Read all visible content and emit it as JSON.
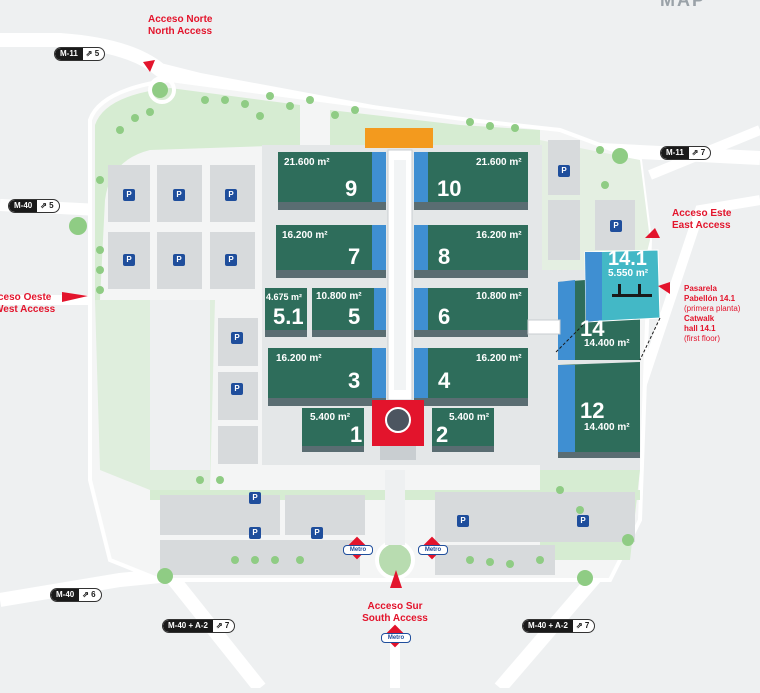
{
  "header": {
    "title_fragment": "MAP"
  },
  "halls": [
    {
      "id": "9",
      "area": "21.600",
      "unit": "m²"
    },
    {
      "id": "10",
      "area": "21.600",
      "unit": "m²"
    },
    {
      "id": "7",
      "area": "16.200",
      "unit": "m²"
    },
    {
      "id": "8",
      "area": "16.200",
      "unit": "m²"
    },
    {
      "id": "5.1",
      "area": "4.675",
      "unit": "m²"
    },
    {
      "id": "5",
      "area": "10.800",
      "unit": "m²"
    },
    {
      "id": "6",
      "area": "10.800",
      "unit": "m²"
    },
    {
      "id": "3",
      "area": "16.200",
      "unit": "m²"
    },
    {
      "id": "4",
      "area": "16.200",
      "unit": "m²"
    },
    {
      "id": "1",
      "area": "5.400",
      "unit": "m²"
    },
    {
      "id": "2",
      "area": "5.400",
      "unit": "m²"
    },
    {
      "id": "14.1",
      "area": "5.550",
      "unit": "m²"
    },
    {
      "id": "14",
      "area": "14.400",
      "unit": "m²"
    },
    {
      "id": "12",
      "area": "14.400",
      "unit": "m²"
    }
  ],
  "accesses": {
    "north": {
      "es": "Acceso Norte",
      "en": "North Access"
    },
    "east": {
      "es": "Acceso Este",
      "en": "East Access"
    },
    "west": {
      "es": "ceso Oeste",
      "en": "West Access"
    },
    "south": {
      "es": "Acceso Sur",
      "en": "South Access"
    }
  },
  "catwalk": {
    "line1": "Pasarela",
    "line2": "Pabellón 14.1",
    "line3": "(primera planta)",
    "line4": "Catwalk",
    "line5": "hall 14.1",
    "line6": "(first floor)"
  },
  "roads": [
    {
      "name": "M-11",
      "exit": "5"
    },
    {
      "name": "M-11",
      "exit": "7"
    },
    {
      "name": "M-40",
      "exit": "5"
    },
    {
      "name": "M-40",
      "exit": "6"
    },
    {
      "name": "M-40 + A-2",
      "exit": "7"
    },
    {
      "name": "M-40 + A-2",
      "exit": "7"
    }
  ],
  "parking_label": "P",
  "metro_label": "Metro",
  "colors": {
    "hall_green": "#2e6d5b",
    "hall_blue": "#3f8fd2",
    "hall_teal": "#43b8c6",
    "entrance_red": "#e3142c",
    "entrance_orange": "#f39a1e",
    "access_red": "#e3142c",
    "parking_blue": "#1f4e9c",
    "park_green": "#d6ecd2",
    "tree_green": "#8fcc84"
  }
}
